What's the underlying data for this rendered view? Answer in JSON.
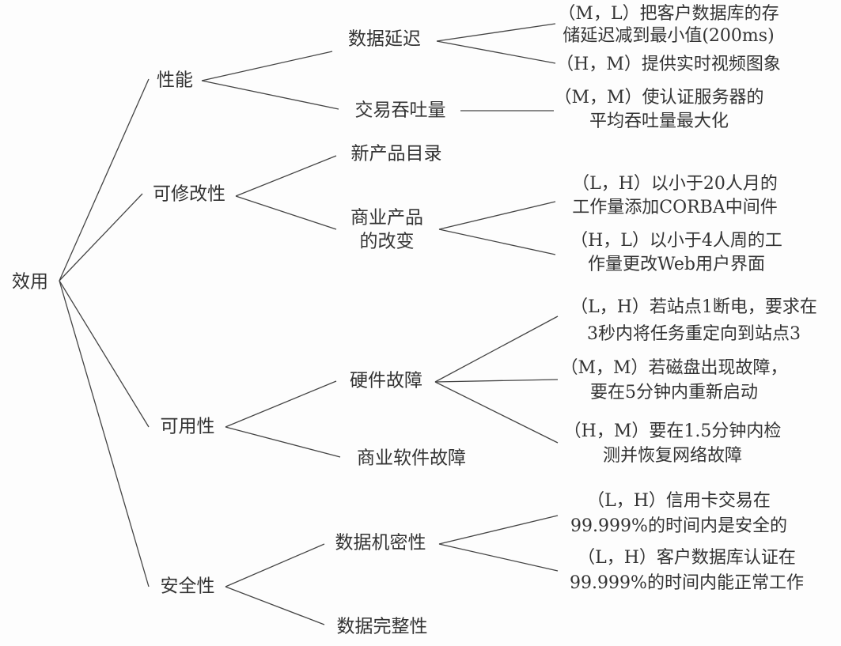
{
  "root": "效用",
  "level1": [
    "性能",
    "可修改性",
    "可用性",
    "安全性"
  ],
  "level2": {
    "perf_latency": "数据延迟",
    "perf_throughput": "交易吞吐量",
    "mod_catalog": "新产品目录",
    "mod_change": [
      "商业产品",
      "的改变"
    ],
    "avail_hw": "硬件故障",
    "avail_sw": "商业软件故障",
    "sec_conf": "数据机密性",
    "sec_integrity": "数据完整性"
  },
  "scenarios": [
    [
      "（M，L）把客户数据库的存",
      "储延迟减到最小值(200ms)"
    ],
    [
      "（H，M）提供实时视频图象"
    ],
    [
      "（M，M）使认证服务器的",
      "平均吞吐量最大化"
    ],
    [
      "（L，H）以小于20人月的",
      "工作量添加CORBA中间件"
    ],
    [
      "（H，L）以小于4人周的工",
      "作量更改Web用户界面"
    ],
    [
      "（L，H）若站点1断电，要求在",
      "3秒内将任务重定向到站点3"
    ],
    [
      "（M，M）若磁盘出现故障，",
      "要在5分钟内重新启动"
    ],
    [
      "（H，M）要在1.5分钟内检",
      "测并恢复网络故障"
    ],
    [
      "（L，H）信用卡交易在",
      "99.999%的时间内是安全的"
    ],
    [
      "（L，H）客户数据库认证在",
      "99.999%的时间内能正常工作"
    ]
  ]
}
